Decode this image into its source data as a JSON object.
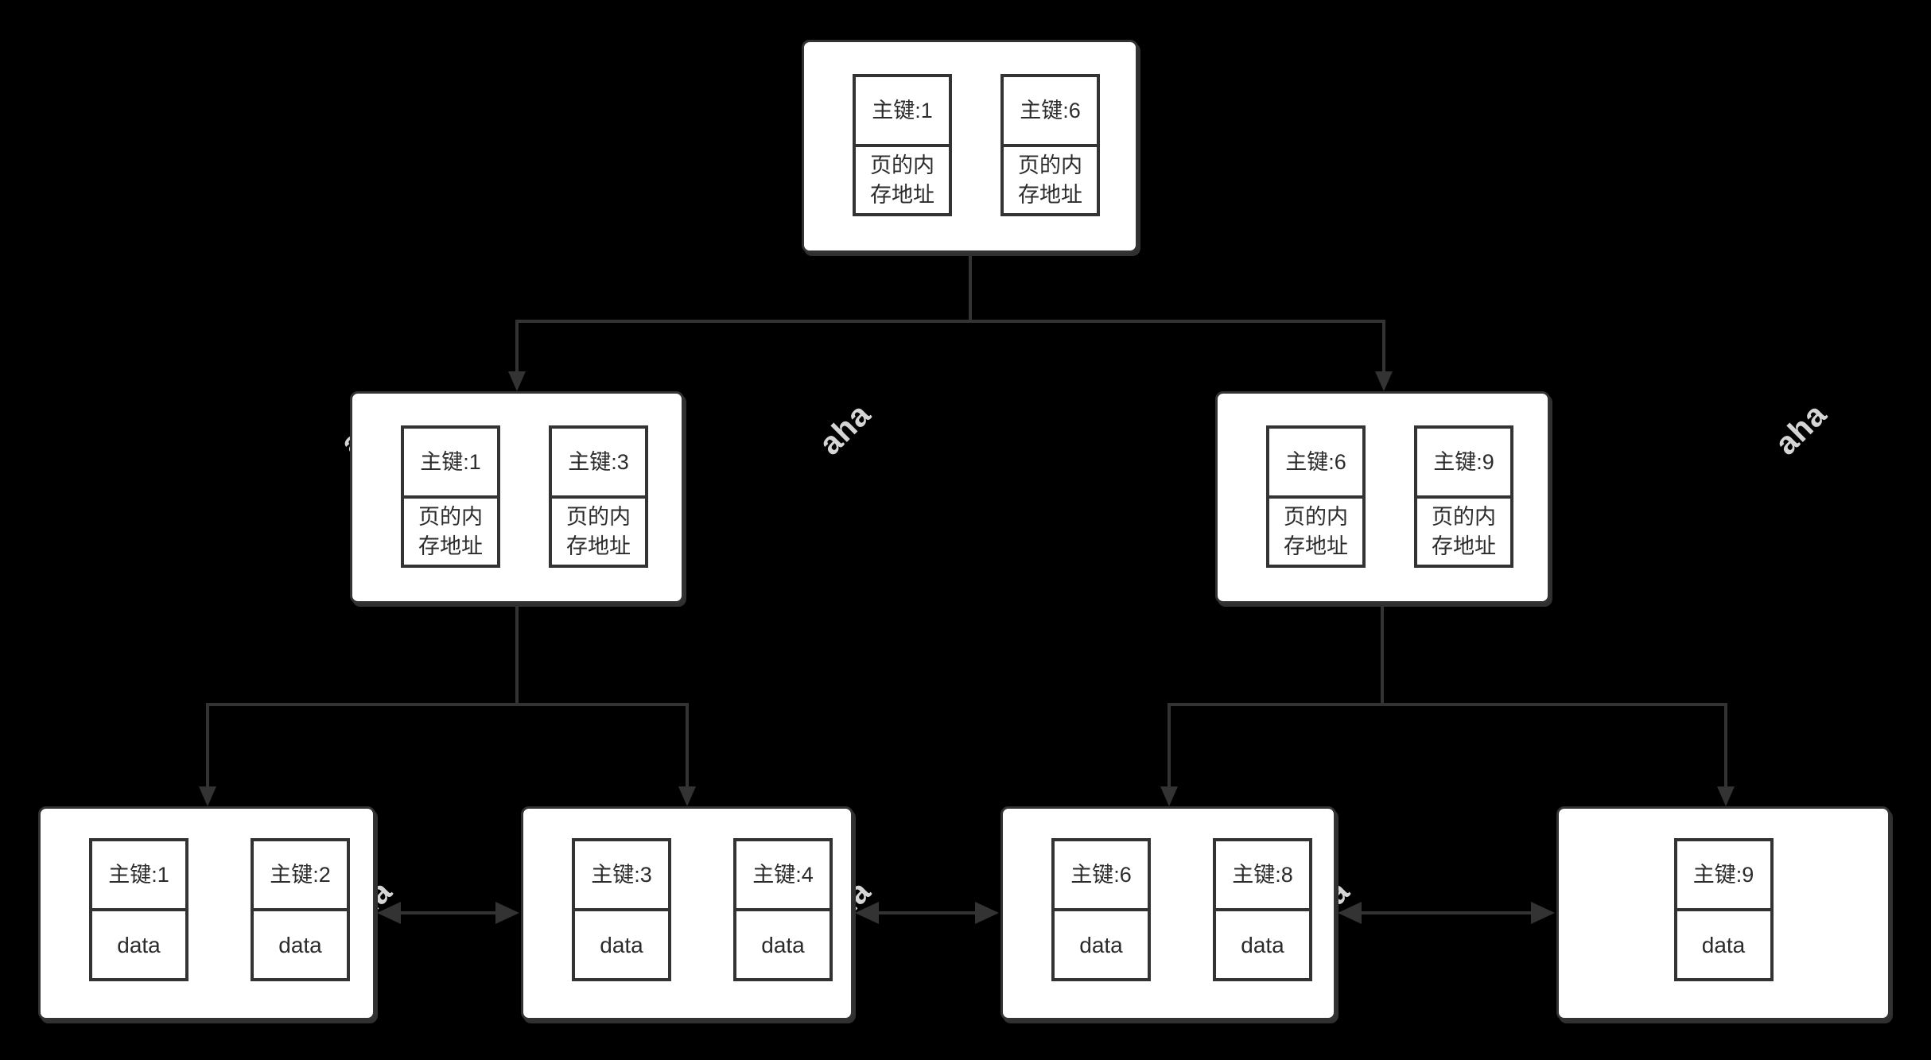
{
  "diagram": {
    "type": "b-plus-tree-index",
    "colors": {
      "background": "#000000",
      "node_fill": "#ffffff",
      "stroke": "#333333",
      "text": "#2b2b2b",
      "watermark": "#e8e8e8"
    },
    "labels": {
      "key_prefix": "主键",
      "page_address": "页的内存地址",
      "data": "data"
    },
    "nodes": {
      "root": {
        "cells": [
          {
            "key": "主键:1",
            "sub": "页的内存地址"
          },
          {
            "key": "主键:6",
            "sub": "页的内存地址"
          }
        ]
      },
      "internal_left": {
        "cells": [
          {
            "key": "主键:1",
            "sub": "页的内存地址"
          },
          {
            "key": "主键:3",
            "sub": "页的内存地址"
          }
        ]
      },
      "internal_right": {
        "cells": [
          {
            "key": "主键:6",
            "sub": "页的内存地址"
          },
          {
            "key": "主键:9",
            "sub": "页的内存地址"
          }
        ]
      },
      "leaf_1": {
        "cells": [
          {
            "key": "主键:1",
            "sub": "data"
          },
          {
            "key": "主键:2",
            "sub": "data"
          }
        ]
      },
      "leaf_2": {
        "cells": [
          {
            "key": "主键:3",
            "sub": "data"
          },
          {
            "key": "主键:4",
            "sub": "data"
          }
        ]
      },
      "leaf_3": {
        "cells": [
          {
            "key": "主键:6",
            "sub": "data"
          },
          {
            "key": "主键:8",
            "sub": "data"
          }
        ]
      },
      "leaf_4": {
        "cells": [
          {
            "key": "主键:9",
            "sub": "data"
          }
        ]
      }
    },
    "watermark": {
      "text": "aha"
    }
  }
}
